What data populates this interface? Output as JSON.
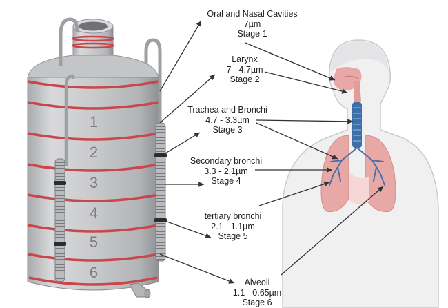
{
  "impactor": {
    "stage_numbers": [
      "1",
      "2",
      "3",
      "4",
      "5",
      "6"
    ]
  },
  "labels": [
    {
      "region": "Oral and Nasal Cavities",
      "size": "7µm",
      "stage": "Stage 1"
    },
    {
      "region": "Larynx",
      "size": "7 - 4.7µm",
      "stage": "Stage 2"
    },
    {
      "region": "Trachea and Bronchi",
      "size": "4.7 - 3.3µm",
      "stage": "Stage 3"
    },
    {
      "region": "Secondary bronchi",
      "size": "3.3 - 2.1µm",
      "stage": "Stage 4"
    },
    {
      "region": "tertiary  bronchi",
      "size": "2.1 - 1.1µm",
      "stage": "Stage 5"
    },
    {
      "region": "Alveoli",
      "size": "1.1 - 0.65µm",
      "stage": "Stage 6"
    }
  ],
  "colors": {
    "cylinder_body": "#c9cacc",
    "ring_band": "#c8474a",
    "lung_fill": "#e7a8a6",
    "trachea": "#3d6fa8",
    "arrow": "#333333"
  }
}
